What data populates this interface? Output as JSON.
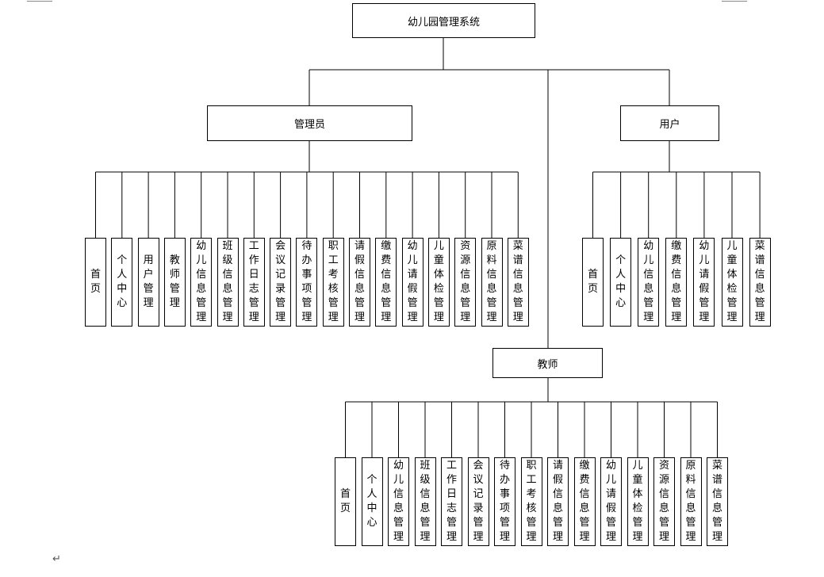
{
  "root": "幼儿园管理系统",
  "admin": {
    "title": "管理员",
    "items": [
      "首页",
      "个人中心",
      "用户管理",
      "教师管理",
      "幼儿信息管理",
      "班级信息管理",
      "工作日志管理",
      "会议记录管理",
      "待办事项管理",
      "职工考核管理",
      "请假信息管理",
      "缴费信息管理",
      "幼儿请假管理",
      "儿童体检管理",
      "资源信息管理",
      "原料信息管理",
      "菜谱信息管理"
    ]
  },
  "user": {
    "title": "用户",
    "items": [
      "首页",
      "个人中心",
      "幼儿信息管理",
      "缴费信息管理",
      "幼儿请假管理",
      "儿童体检管理",
      "菜谱信息管理"
    ]
  },
  "teacher": {
    "title": "教师",
    "items": [
      "首页",
      "个人中心",
      "幼儿信息管理",
      "班级信息管理",
      "工作日志管理",
      "会议记录管理",
      "待办事项管理",
      "职工考核管理",
      "请假信息管理",
      "缴费信息管理",
      "幼儿请假管理",
      "儿童体检管理",
      "资源信息管理",
      "原料信息管理",
      "菜谱信息管理"
    ]
  },
  "return_mark": "↵"
}
